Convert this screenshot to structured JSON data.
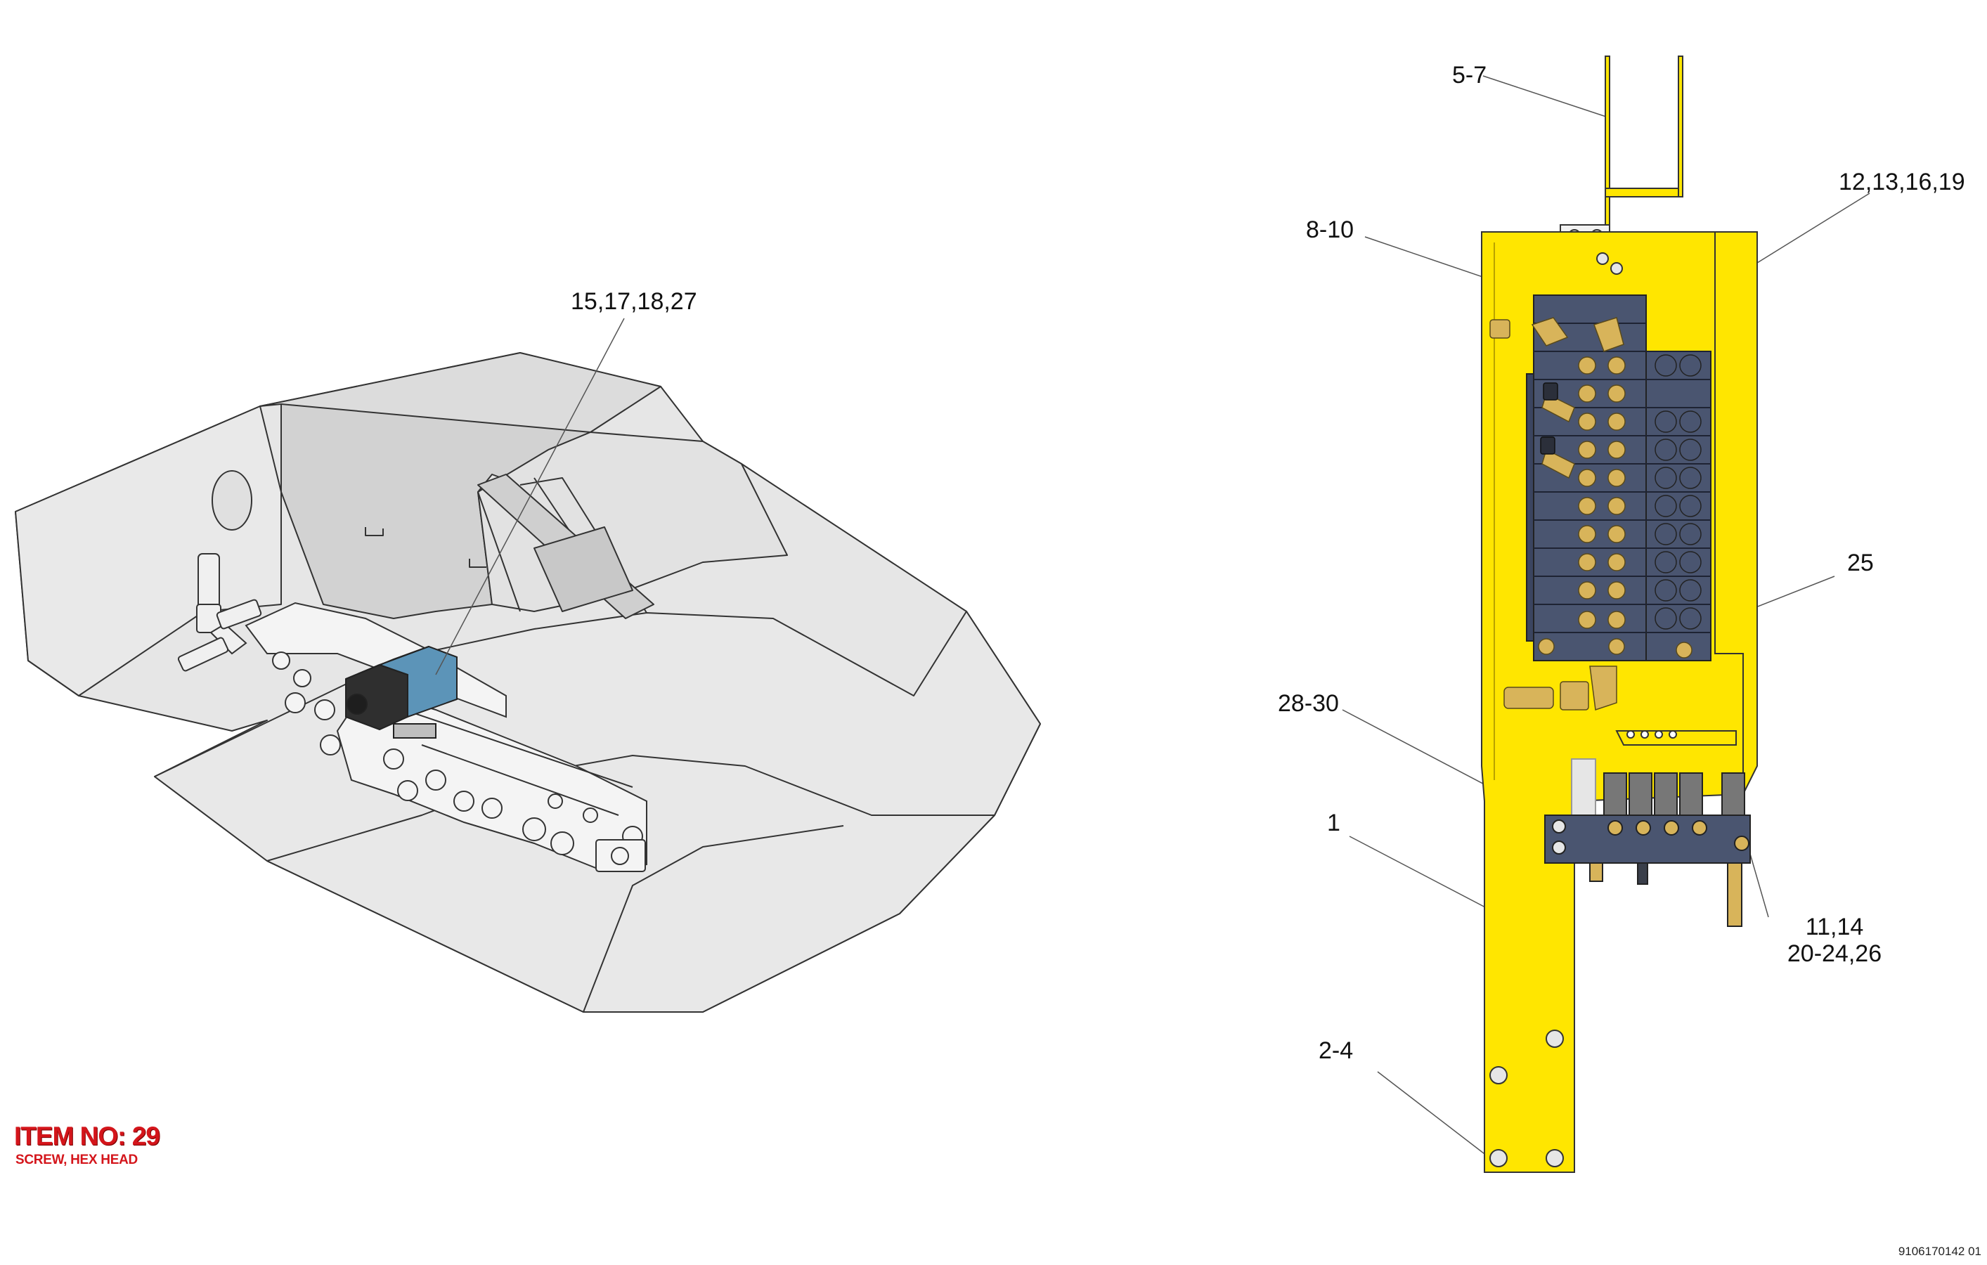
{
  "callouts": {
    "left_valve": "15,17,18,27",
    "bracket": "5-7",
    "fasteners_top": "8-10",
    "valve_stack": "12,13,16,19",
    "fitting": "25",
    "fasteners_lower": "28-30",
    "panel": "1",
    "manifold_line1": "11,14",
    "manifold_line2": "20-24,26",
    "base_bolts": "2-4"
  },
  "item": {
    "title": "ITEM NO: 29",
    "description": "SCREW, HEX HEAD"
  },
  "drawing_number": "9106170142 01",
  "colors": {
    "panel_yellow": "#ffe600",
    "valve_block": "#4a5570",
    "fitting_brass": "#d8b45a",
    "housing_gray": "#e6e6e6",
    "solenoid_blue": "#5c94b8",
    "item_red": "#d4151b"
  }
}
